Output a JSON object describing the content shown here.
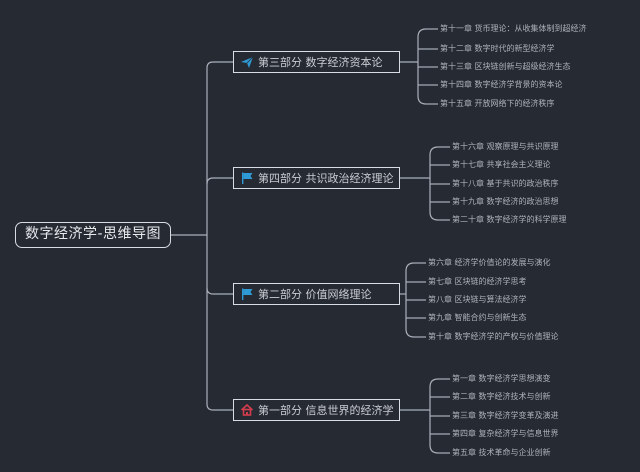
{
  "root": {
    "title": "数字经济学-思维导图"
  },
  "branches": [
    {
      "id": "part3",
      "title": "第三部分  数字经济资本论",
      "icon": "paper-plane-icon",
      "icon_color": "#2f9bd6",
      "chapters": [
        "第十一章  货币理论：从收集体制到超经济",
        "第十二章  数字时代的新型经济学",
        "第十三章  区块链创新与超级经济生态",
        "第十四章  数字经济学背景的资本论",
        "第十五章  开放网络下的经济秩序"
      ]
    },
    {
      "id": "part4",
      "title": "第四部分  共识政治经济理论",
      "icon": "flag-icon",
      "icon_color": "#2f9bd6",
      "chapters": [
        "第十六章  观察原理与共识原理",
        "第十七章  共享社会主义理论",
        "第十八章  基于共识的政治秩序",
        "第十九章  数字经济的政治思想",
        "第二十章  数字经济学的科学原理"
      ]
    },
    {
      "id": "part2",
      "title": "第二部分  价值网络理论",
      "icon": "flag-icon",
      "icon_color": "#2f9bd6",
      "chapters": [
        "第六章  经济学价值论的发展与演化",
        "第七章  区块链的经济学思考",
        "第八章  区块链与算法经济学",
        "第九章  智能合约与创新生态",
        "第十章  数字经济学的产权与价值理论"
      ]
    },
    {
      "id": "part1",
      "title": "第一部分  信息世界的经济学",
      "icon": "home-icon",
      "icon_color": "#d23c4d",
      "chapters": [
        "第一章  数字经济学思想演变",
        "第二章  数字经济技术与创新",
        "第三章  数字经济学变革及演进",
        "第四章  复杂经济学与信息世界",
        "第五章  技术革命与企业创新"
      ]
    }
  ]
}
